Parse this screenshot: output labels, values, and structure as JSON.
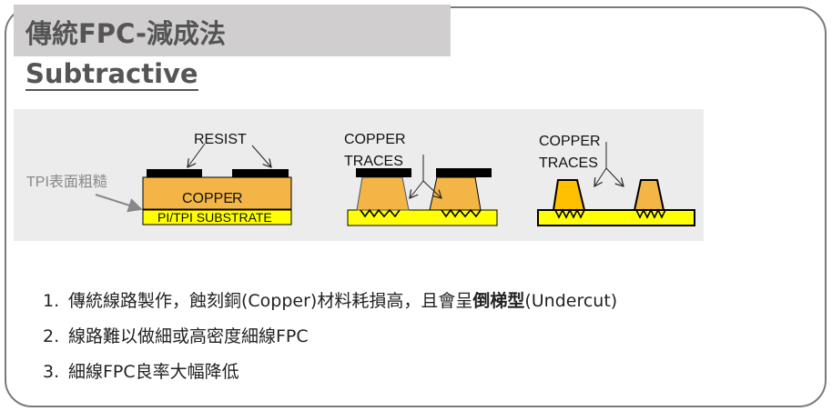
{
  "title": "傳統FPC-減成法",
  "subtitle": "Subtractive",
  "diagram": {
    "resist_label": "RESIST",
    "tpi_label": "TPI表面粗糙",
    "copper_label": "COPPE",
    "copper_label_overflow": "R",
    "substrate_label": "PI/TPI SUBSTRATE",
    "traces_label_1a": "COPPER",
    "traces_label_1b": "TRACES",
    "traces_label_2a": "COPPER",
    "traces_label_2b": "TRACES",
    "colors": {
      "copper": "#f4b547",
      "copper_bright": "#ffc000",
      "substrate": "#ffff00",
      "resist": "#000000",
      "bg": "#ececec"
    }
  },
  "list": [
    {
      "num": "1.",
      "text": "傳統線路製作，蝕刻銅(Copper)材料耗損高，且會呈",
      "bold": "倒梯型",
      "tail": "(Undercut)"
    },
    {
      "num": "2.",
      "text": "線路難以做細或高密度細線FPC"
    },
    {
      "num": "3.",
      "text": "細線FPC良率大幅降低"
    }
  ]
}
